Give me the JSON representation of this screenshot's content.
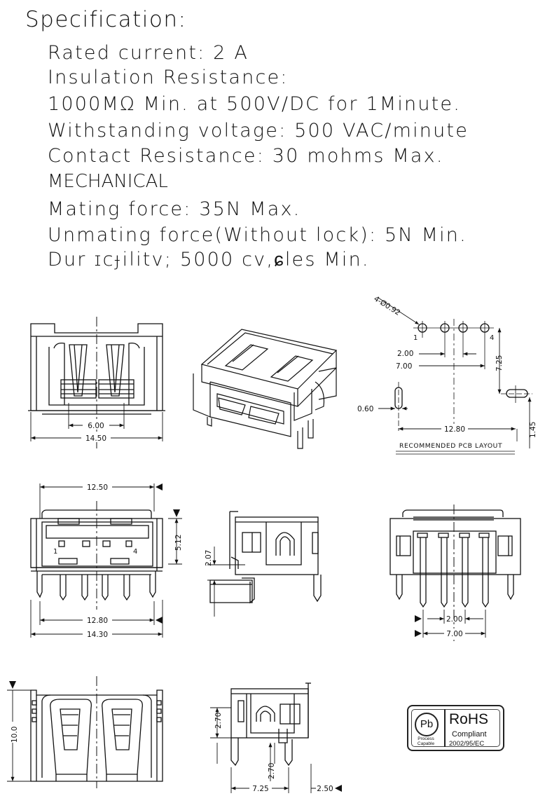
{
  "specification": {
    "title": "Specification:",
    "lines": [
      "Rated  current: 2 A",
      "Insulation  Resistance:",
      "1000MΩ  Min.  at  500V/DC  for  1Minute.",
      "Withstanding  voltage: 500  VAC/minute",
      "Contact  Resistance:  30  mohms  Max.",
      "MECHANICAL",
      "Mating  force:  35N Max.",
      "Unmating  force(Without  lock):  5N Min.",
      "Dur ɪcɟilitv;  5000 cv,ɕles   Min."
    ]
  },
  "dimensions": {
    "front_top_6": "6.00",
    "front_top_14_5": "14.50",
    "pcb_holes": "4-Ø0.92",
    "pcb_pin1": "1",
    "pcb_pin4": "4",
    "pcb_2_00": "2.00",
    "pcb_7_00": "7.00",
    "pcb_7_25": "7.25",
    "pcb_0_60": "0.60",
    "pcb_12_80": "12.80",
    "pcb_1_45": "1.45",
    "pcb_layout_label": "RECOMMENDED PCB LAYOUT",
    "front_12_50": "12.50",
    "front_5_12": "5.12",
    "front_pin1": "1",
    "front_pin4": "4",
    "front_12_80": "12.80",
    "front_14_30": "14.30",
    "side_2_07": "2.07",
    "rear_2_00": "2.00",
    "rear_7_00": "7.00",
    "bottom_10_0": "10.0",
    "side2_2_70a": "2.70",
    "side2_2_70b": "2.70",
    "side2_7_25": "7.25",
    "side2_2_50": "2.50"
  },
  "rohs": {
    "pb": "Pb",
    "process_capable": "Process Capable",
    "title": "RoHS",
    "compliant": "Compliant",
    "code": "2002/95/EC"
  }
}
